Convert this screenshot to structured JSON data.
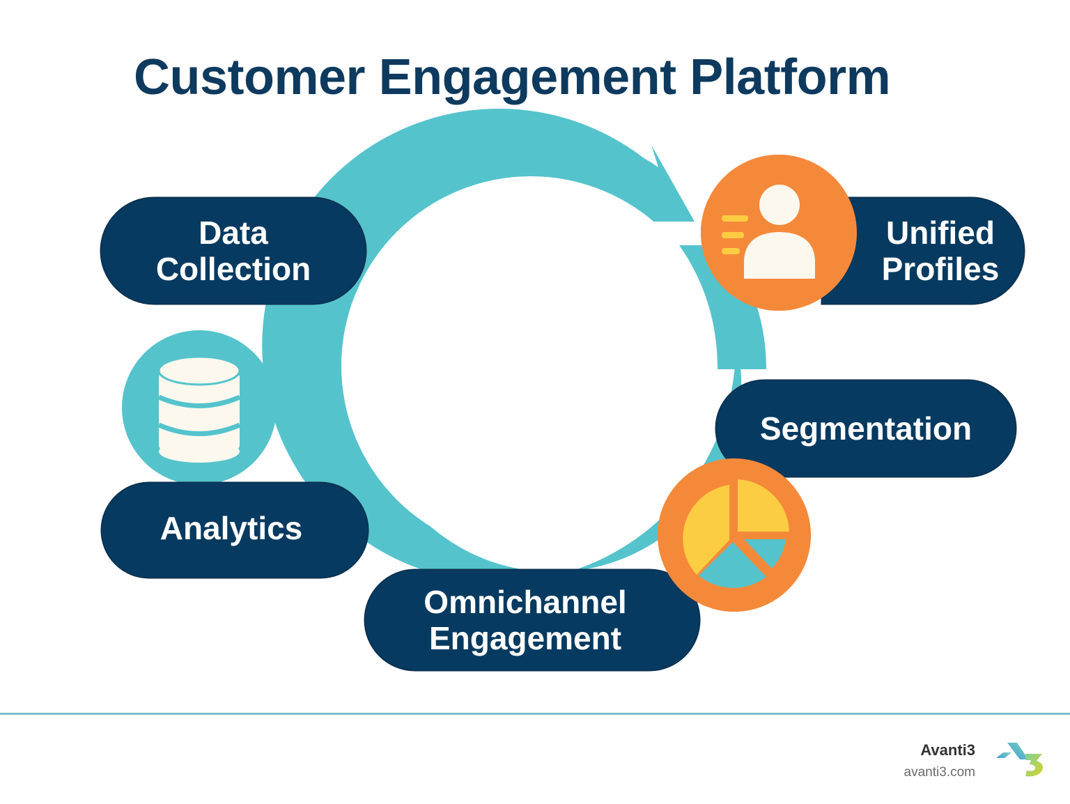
{
  "title": "Customer Engagement Platform",
  "nodes": [
    {
      "id": "data-collection",
      "lines": [
        "Data",
        "Collection"
      ]
    },
    {
      "id": "unified-profiles",
      "lines": [
        "Unified",
        "Profiles"
      ]
    },
    {
      "id": "segmentation",
      "lines": [
        "Segmentation"
      ]
    },
    {
      "id": "omnichannel-engagement",
      "lines": [
        "Omnichannel",
        "Engagement"
      ]
    },
    {
      "id": "analytics",
      "lines": [
        "Analytics"
      ]
    }
  ],
  "icons": {
    "profile": "user-profile-icon",
    "pie": "pie-chart-icon",
    "database": "database-icon",
    "cycle": "cycle-arrow-icon"
  },
  "colors": {
    "navy": "#073a60",
    "teal": "#55c3cc",
    "orange": "#f5893a",
    "yellow": "#fccd42",
    "cream": "#fcf8ee",
    "divider": "#7bbfcc"
  },
  "footer": {
    "brand_name": "Avanti3",
    "brand_url": "avanti3.com"
  }
}
